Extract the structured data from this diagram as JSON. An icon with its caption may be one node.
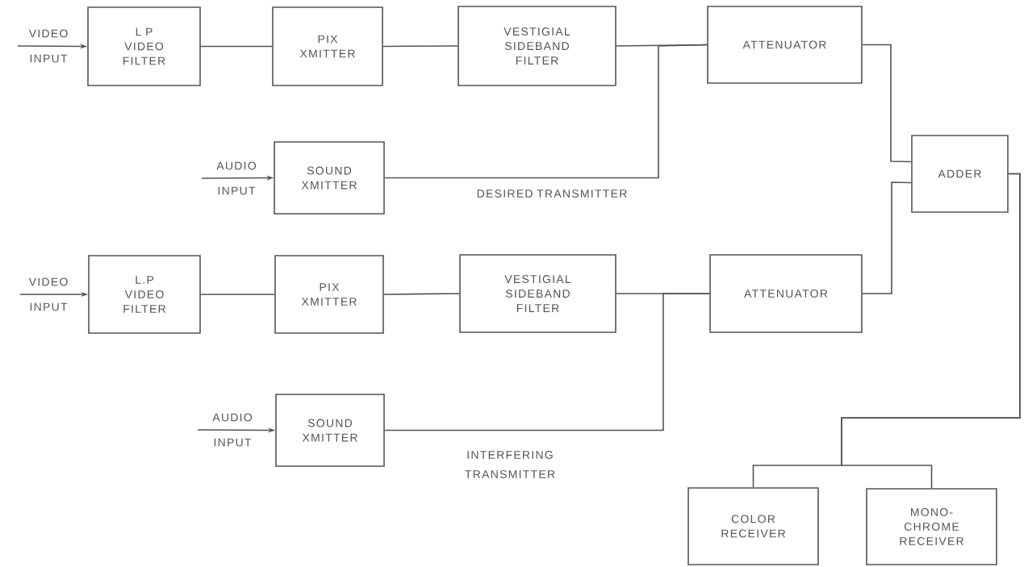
{
  "diagram": {
    "nodes": [
      {
        "text": [
          "L P VIDEO FILTER"
        ]
      },
      {
        "text": [
          "PIX XMITTER"
        ]
      },
      {
        "text": [
          "VESTIGIAL SIDEBAND FILTER"
        ]
      },
      {
        "text": [
          "ATTENUATOR"
        ]
      },
      {
        "text": [
          "SOUND XMITTER"
        ]
      },
      {
        "text": [
          "ADDER"
        ]
      },
      {
        "text": [
          "L.P VIDEO FILTER"
        ]
      },
      {
        "text": [
          "PIX XMITTER"
        ]
      },
      {
        "text": [
          "VESTIGIAL SIDEBAND FILTER"
        ]
      },
      {
        "text": [
          "ATTENUATOR"
        ]
      },
      {
        "text": [
          "SOUND XMITTER"
        ]
      },
      {
        "text": [
          "COLOR RECEIVER"
        ]
      },
      {
        "text": [
          "MONO- CHROME RECEIVER"
        ]
      }
    ],
    "edges": [
      {
        "from": null,
        "to": 0,
        "arrow": "to",
        "label": "VIDEO INPUT"
      },
      {
        "from": 0,
        "to": 1,
        "arrow": "none"
      },
      {
        "from": 1,
        "to": 2,
        "arrow": "none"
      },
      {
        "from": 2,
        "to": 3,
        "arrow": "none"
      },
      {
        "from": null,
        "to": 4,
        "arrow": "to",
        "label": "AUDIO INPUT"
      },
      {
        "from": 4,
        "to": 3,
        "arrow": "none"
      },
      {
        "from": 3,
        "to": 5,
        "arrow": "none"
      },
      {
        "from": null,
        "to": 6,
        "arrow": "to",
        "label": "VIDEO INPUT"
      },
      {
        "from": 6,
        "to": 7,
        "arrow": "none"
      },
      {
        "from": 7,
        "to": 8,
        "arrow": "none"
      },
      {
        "from": 8,
        "to": 9,
        "arrow": "none"
      },
      {
        "from": null,
        "to": 10,
        "arrow": "to",
        "label": "AUDIO INPUT"
      },
      {
        "from": 10,
        "to": 9,
        "arrow": "none"
      },
      {
        "from": 9,
        "to": 5,
        "arrow": "none"
      },
      {
        "from": 5,
        "to": 11,
        "arrow": "none"
      },
      {
        "from": 5,
        "to": 12,
        "arrow": "none"
      }
    ],
    "labels": [
      "DESIRED TRANSMITTER",
      "INTERFERING TRANSMITTER"
    ]
  }
}
